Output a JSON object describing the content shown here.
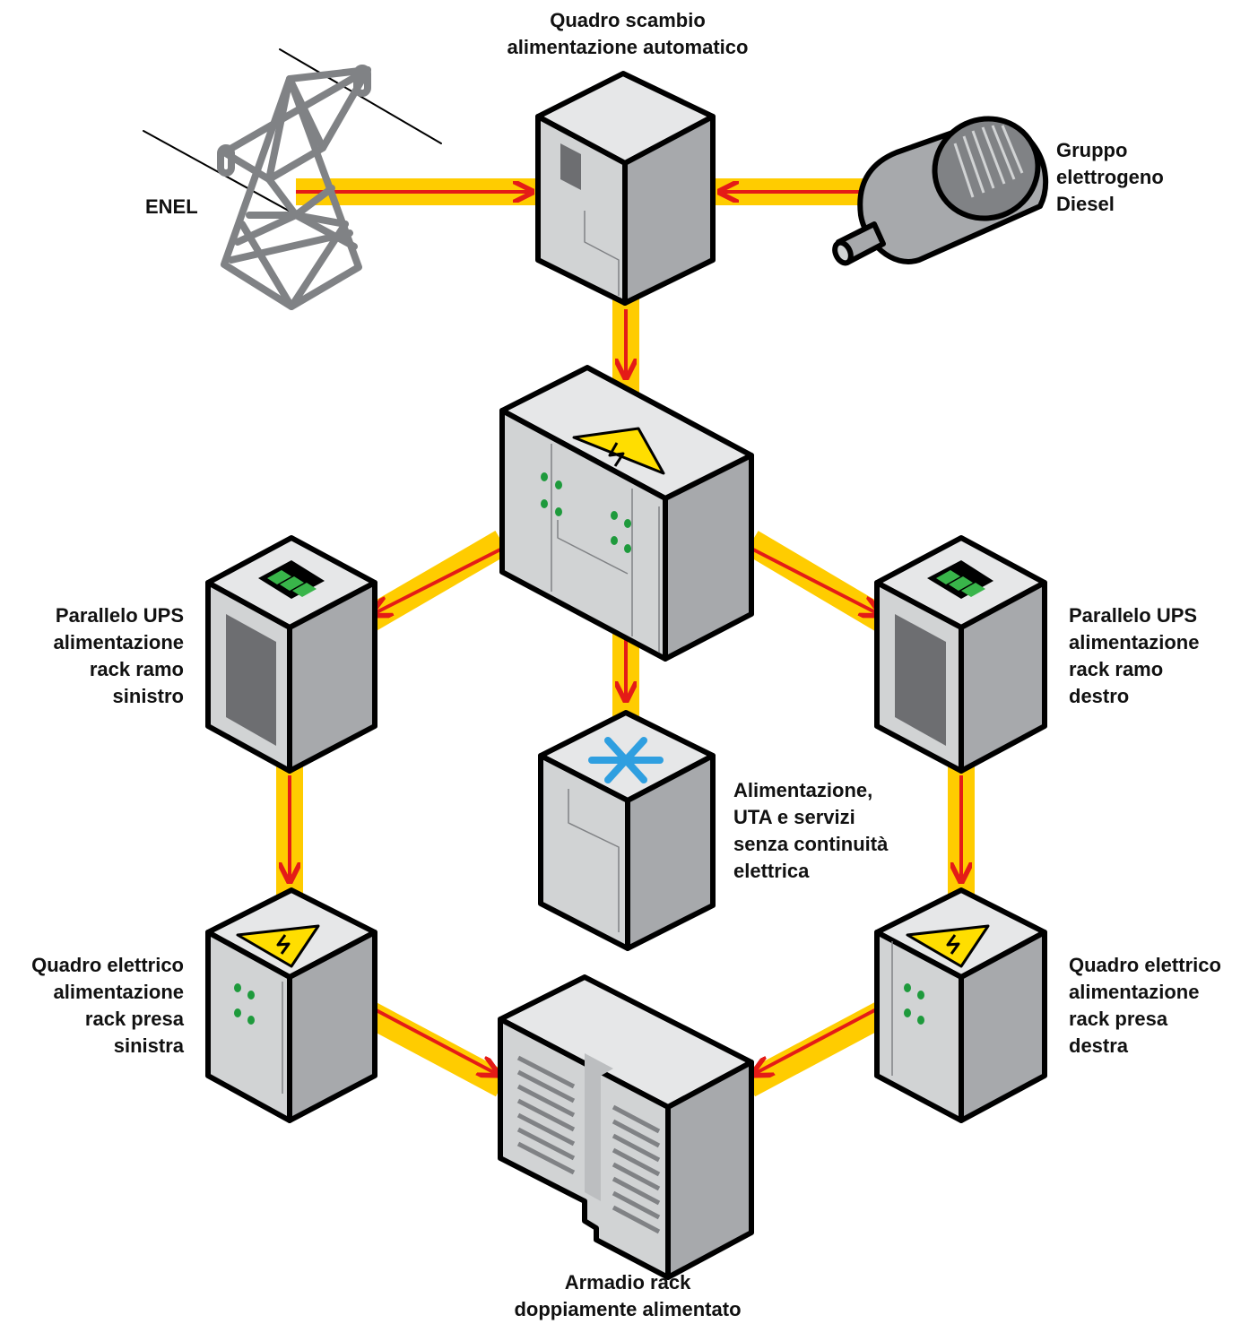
{
  "labels": {
    "ats": [
      "Quadro scambio",
      "alimentazione automatico"
    ],
    "enel": [
      "ENEL"
    ],
    "diesel": [
      "Gruppo",
      "elettrogeno",
      "Diesel"
    ],
    "ups_left": [
      "Parallelo UPS",
      "alimentazione",
      "rack ramo",
      "sinistro"
    ],
    "ups_right": [
      "Parallelo UPS",
      "alimentazione",
      "rack ramo",
      "destro"
    ],
    "services": [
      "Alimentazione,",
      "UTA e servizi",
      "senza continuità",
      "elettrica"
    ],
    "panel_left": [
      "Quadro elettrico",
      "alimentazione",
      "rack presa",
      "sinistra"
    ],
    "panel_right": [
      "Quadro elettrico",
      "alimentazione",
      "rack presa",
      "destra"
    ],
    "rack": [
      "Armadio rack",
      "doppiamente alimentato"
    ]
  },
  "colors": {
    "power_line": "#ffcc00",
    "arrow": "#e41b17",
    "box_top": "#e6e7e8",
    "box_left": "#d1d3d4",
    "box_right": "#a7a9ac",
    "outline": "#000000",
    "led": "#1e9a3c",
    "snowflake": "#2f9fe0",
    "warning": "#ffde00",
    "tower": "#808285"
  },
  "icons": {
    "main_panel": "high-voltage-warning-icon",
    "ups": "battery-icon",
    "services": "snowflake-icon",
    "generator": "diesel-generator-icon",
    "grid": "power-pylon-icon"
  }
}
